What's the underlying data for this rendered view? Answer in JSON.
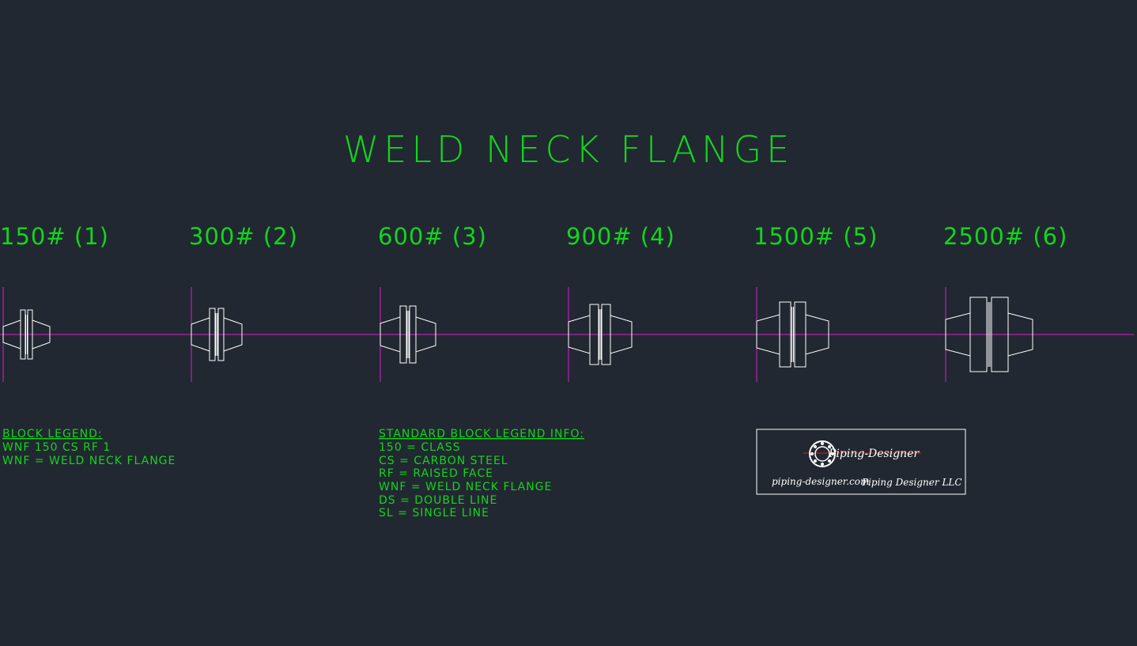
{
  "title": "WELD NECK FLANGE",
  "colors": {
    "background": "#222831",
    "text": "#12d51e",
    "centerline": "#d41fd3",
    "geometry": "#ffffff",
    "logo_accent": "#d0211b"
  },
  "flanges": [
    {
      "label": "150# (1)"
    },
    {
      "label": "300# (2)"
    },
    {
      "label": "600# (3)"
    },
    {
      "label": "900# (4)"
    },
    {
      "label": "1500# (5)"
    },
    {
      "label": "2500# (6)"
    }
  ],
  "block_legend": {
    "heading": "BLOCK LEGEND:",
    "lines": [
      "WNF 150 CS RF 1",
      "WNF = WELD NECK FLANGE"
    ]
  },
  "standard_legend": {
    "heading": "STANDARD BLOCK LEGEND INFO:",
    "lines": [
      "150 = CLASS",
      "CS = CARBON STEEL",
      "RF = RAISED FACE",
      "WNF = WELD NECK FLANGE",
      "DS = DOUBLE LINE",
      "SL = SINGLE LINE"
    ]
  },
  "logo": {
    "brand": "Piping-Designer",
    "site": "piping-designer.com",
    "company": "Piping Designer LLC",
    "icon": "flange-logo-icon"
  }
}
